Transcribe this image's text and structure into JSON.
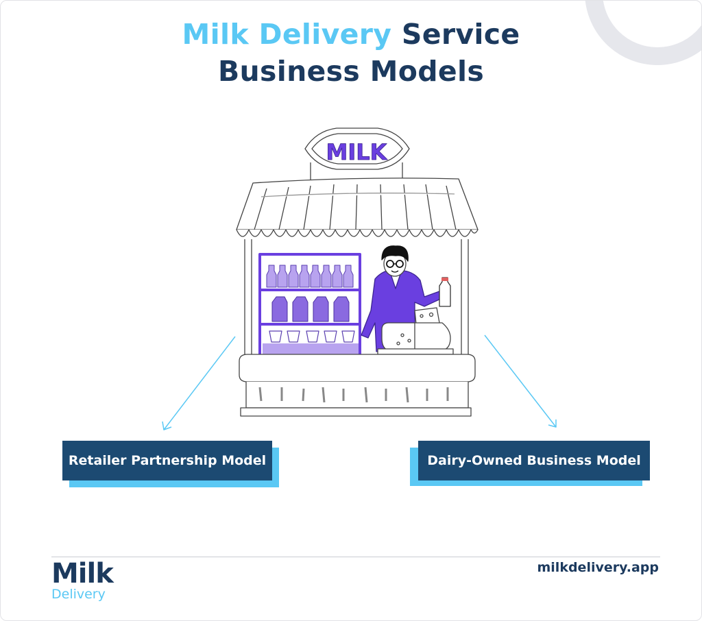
{
  "title": {
    "highlight": "Milk Delivery",
    "rest_line1": " Service",
    "line2": "Business Models"
  },
  "illustration": {
    "sign_text": "MILK"
  },
  "models": [
    {
      "label": "Retailer Partnership Model"
    },
    {
      "label": "Dairy-Owned Business Model"
    }
  ],
  "footer": {
    "logo_top": "Milk",
    "logo_bottom": "Delivery",
    "website": "milkdelivery.app"
  },
  "colors": {
    "navy": "#1c3a5e",
    "box_navy": "#1c4a72",
    "accent_blue": "#5ac8f4",
    "purple": "#6a3fe0",
    "lavender": "#b8a3ef"
  }
}
